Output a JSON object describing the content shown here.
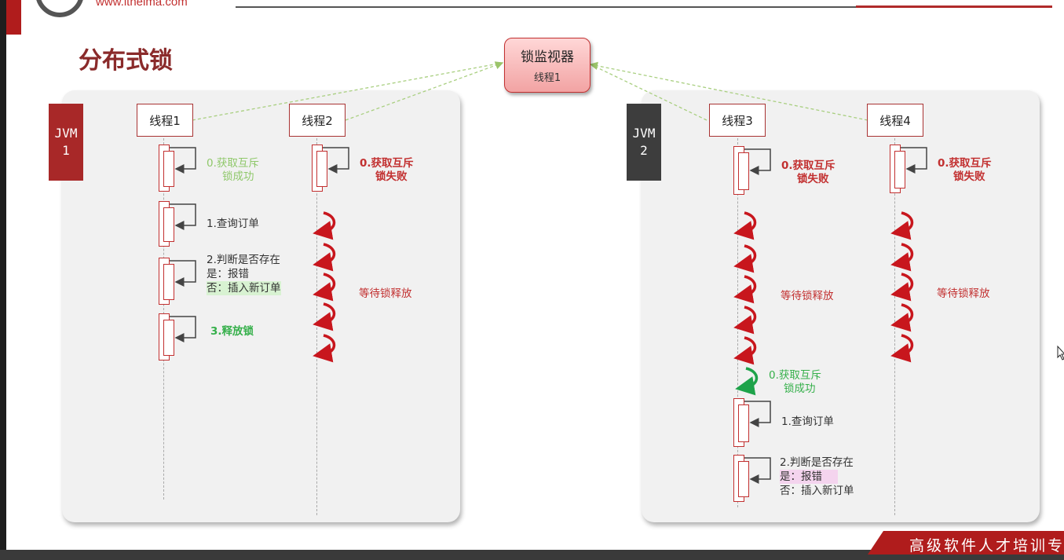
{
  "header": {
    "logo_text": "www.itheima.com",
    "title": "分布式锁"
  },
  "monitor": {
    "name": "锁监视器",
    "owner": "线程1"
  },
  "jvm1": {
    "label": "JVM\n1",
    "color": "#a82828",
    "thread1": {
      "name": "线程1",
      "step0_line1": "0.获取互斥",
      "step0_line2": "锁成功",
      "step1": "1.查询订单",
      "step2_line1": "2.判断是否存在",
      "step2_line2": "是：报错",
      "step2_line3": "否：插入新订单",
      "step3": "3.释放锁"
    },
    "thread2": {
      "name": "线程2",
      "step0_line1": "0.获取互斥",
      "step0_line2": "锁失败",
      "wait": "等待锁释放"
    }
  },
  "jvm2": {
    "label": "JVM\n2",
    "color": "#3d3d3d",
    "thread3": {
      "name": "线程3",
      "step0_line1": "0.获取互斥",
      "step0_line2": "锁失败",
      "wait": "等待锁释放",
      "retry_line1": "0.获取互斥",
      "retry_line2": "锁成功",
      "step1": "1.查询订单",
      "step2_line1": "2.判断是否存在",
      "step2_line2": "是：报错",
      "step2_line3": "否：插入新订单"
    },
    "thread4": {
      "name": "线程4",
      "step0_line1": "0.获取互斥",
      "step0_line2": "锁失败",
      "wait": "等待锁释放"
    }
  },
  "footer": {
    "text": "高级软件人才培训专"
  },
  "colors": {
    "accent_red": "#c23030",
    "success_green": "#36b04b",
    "connector_green": "#9bc46a"
  }
}
